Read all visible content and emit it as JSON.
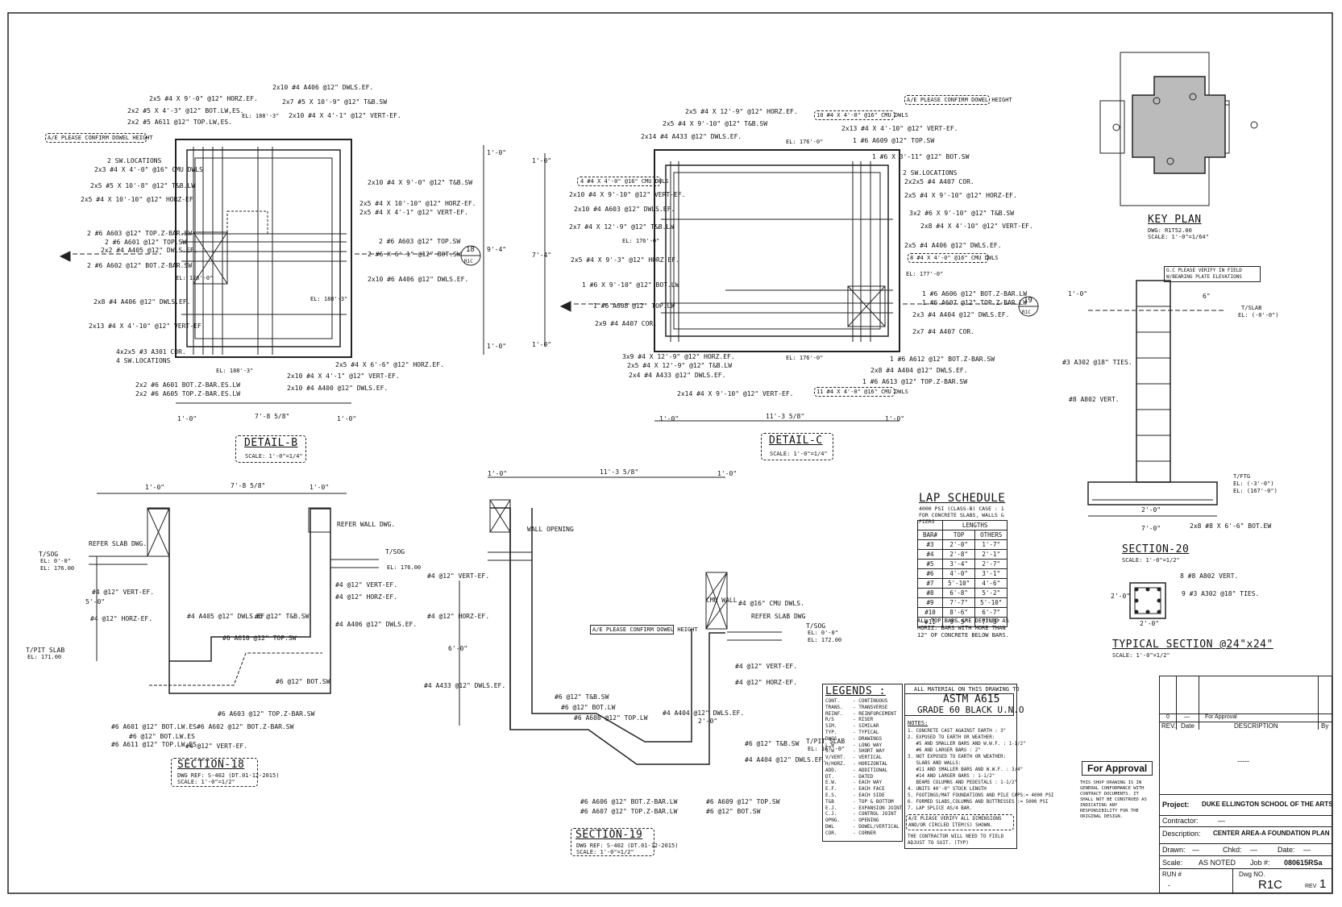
{
  "detail_b": {
    "title": "DETAIL-B",
    "scale": "SCALE: 1'-0\"=1/4\"",
    "note_box": "A/E PLEASE CONFIRM DOWEL HEIGHT",
    "callouts_left": [
      "2x5 #4 X 9'-0\" @12\" HORZ.EF.",
      "2x2 #5 X 4'-3\" @12\" BOT.LW,ES.",
      "2x2 #5 A611 @12\" TOP.LW,ES.",
      "2 SW.LOCATIONS",
      "2x3 #4 X 4'-0\" @16\" CMU DWLS",
      "2x5 #5 X 10'-8\" @12\" T&B.LW",
      "2x5 #4 X 10'-10\" @12\" HORZ-EF.",
      "2 #6 A603 @12\" TOP.Z-BAR.SW",
      "2 #6 A601 @12\" TOP.SW",
      "2x2 #4 A405 @12\" DWLS.EF.",
      "2 #6 A602 @12\" BOT.Z-BAR.SW",
      "2x8 #4 A406 @12\" DWLS.EF.",
      "2x13 #4 X 4'-10\" @12\" VERT-EF.",
      "4x2x5 #3 A301 COR.",
      "4 SW.LOCATIONS",
      "2x2 #6 A601 BOT.Z-BAR.ES.LW",
      "2x2 #6 A605 TOP.Z-BAR.ES.LW"
    ],
    "callouts_right": [
      "2x10 #4 A406 @12\" DWLS.EF.",
      "2x7 #5 X 10'-9\" @12\" T&B.SW",
      "2x10 #4 X 4'-1\" @12\" VERT-EF.",
      "2x10 #4 X 9'-0\" @12\" T&B.SW",
      "2x5 #4 X 10'-10\" @12\" HORZ-EF.",
      "2x5 #4 X 4'-1\" @12\" VERT-EF.",
      "2 #6 A603 @12\" TOP.SW",
      "2 #6 X 6'-1\" @12\" BOT.SW",
      "2x10 #6 A406 @12\" DWLS.EF.",
      "2x5 #4 X 6'-6\" @12\" HORZ.EF.",
      "2x10 #4 X 4'-1\" @12\" VERT-EF.",
      "2x10 #4 A400 @12\" DWLS.EF."
    ],
    "elevations": [
      "EL: 188'-3\"",
      "EL: 176'-0\"",
      "EL: 188'-3\"",
      "EL: 188'-3\""
    ],
    "dims_bottom": [
      "1'-0\"",
      "7'-8 5/8\"",
      "1'-0\""
    ],
    "dims_side": [
      "1'-0\"",
      "9'-4\"",
      "1'-0\""
    ],
    "section_tag": {
      "num": "18",
      "ref": "R1C"
    }
  },
  "detail_c": {
    "title": "DETAIL-C",
    "scale": "SCALE: 1'-0\"=1/4\"",
    "note_box": "A/E PLEASE CONFIRM DOWEL HEIGHT",
    "callouts_left": [
      "2x5 #4 X 12'-9\" @12\" HORZ.EF.",
      "2x5 #4 X 9'-10\" @12\" T&B.SW",
      "2x14 #4 A433 @12\" DWLS.EF.",
      "4 #4 X 4'-0\" @16\" CMU DWLS",
      "2x10 #4 X 9'-10\" @12\" VERT-EF.",
      "2x10 #4 A603 @12\" DWLS.EF.",
      "2x7 #4 X 12'-9\" @12\" T&B.LW",
      "EL: 176'-0\"",
      "2x5 #4 X 9'-3\" @12\" HORZ.EF.",
      "1 #6 X 9'-10\" @12\" BOT.LW",
      "1 #6 A608 @12\" TOP.LW",
      "2x9 #4 A407 COR.",
      "3x9 #4 X 12'-9\" @12\" HORZ.EF.",
      "2x5 #4 X 12'-9\" @12\" T&B.LW",
      "2x4 #4 A433 @12\" DWLS.EF.",
      "2x14 #4 X 9'-10\" @12\" VERT-EF."
    ],
    "callouts_right": [
      "A/E PLEASE CONFIRM DOWEL HEIGHT",
      "10 #4 X 4'-0\" @16\" CMU DWLS",
      "2x13 #4 X 4'-10\" @12\" VERT-EF.",
      "1 #6 A609 @12\" TOP.SW",
      "1 #6 X 3'-11\" @12\" BOT.SW",
      "2 SW.LOCATIONS",
      "2x2x5 #4 A407 COR.",
      "2x5 #4 X 9'-10\" @12\" HORZ-EF.",
      "3x2 #6 X 9'-10\" @12\" T&B.SW",
      "2x8 #4 X 4'-10\" @12\" VERT-EF.",
      "2x5 #4 A406 @12\" DWLS.EF.",
      "8 #4 X 4'-0\" @16\" CMU DWLS",
      "EL: 177'-0\"",
      "1 #6 A606 @12\" BOT.Z-BAR.LW",
      "1 #6 A607 @12\" TOP.Z-BAR.LW",
      "2x3 #4 A404 @12\" DWLS.EF.",
      "2x7 #4 A407 COR.",
      "1 #6 A612 @12\" BOT.Z-BAR.SW",
      "2x8 #4 A404 @12\" DWLS.EF.",
      "1 #6 A613 @12\" TOP.Z-BAR.SW",
      "11 #4 X 4'-0\" @16\" CMU DWLS"
    ],
    "elevations": [
      "EL: 176'-0\"",
      "EL: 176'-0\""
    ],
    "dims_bottom": [
      "1'-0\"",
      "11'-3 5/8\"",
      "1'-0\""
    ],
    "dims_side": [
      "1'-0\"",
      "7'-4\"",
      "1'-0\""
    ],
    "section_tag": {
      "num": "19",
      "ref": "R1C"
    }
  },
  "section_18": {
    "title": "SECTION-18",
    "ref": "DWG REF: S-402 (DT.01-12-2015)",
    "scale": "SCALE: 1'-0\"=1/2\"",
    "dims_top": [
      "1'-0\"",
      "7'-8 5/8\"",
      "1'-0\""
    ],
    "dim_side": "5'-0\"",
    "labels": [
      "REFER SLAB DWG.",
      "REFER WALL DWG.",
      "T/SOG",
      "EL: 0'-0\"",
      "EL: 176.00",
      "T/SOG",
      "EL: 176.00",
      "T/PIT SLAB",
      "EL: 171.00",
      "#4 @12\" VERT-EF.",
      "#4 @12\" HORZ-EF.",
      "#4 @12\" VERT-EF.",
      "#4 @12\" HORZ-EF.",
      "#4 A406 @12\" DWLS.EF.",
      "#4 A405 @12\" DWLS.EF.",
      "#6 @12\" T&B.SW",
      "#6 A610 @12\" TOP.SW",
      "#6 @12\" BOT.SW",
      "#6 A603 @12\" TOP.Z-BAR.SW",
      "#6 A602 @12\" BOT.Z-BAR.SW",
      "#6 A601 @12\" BOT.LW.ES",
      "#6 @12\" BOT.LW.ES",
      "#6 A611 @12\" TOP.LW.ES",
      "#4 @12\" VERT-EF."
    ]
  },
  "section_19": {
    "title": "SECTION-19",
    "ref": "DWG REF: S-402 (DT.01-12-2015)",
    "scale": "SCALE: 1'-0\"=1/2\"",
    "dims_top": [
      "1'-0\"",
      "11'-3 5/8\"",
      "1'-0\""
    ],
    "dim_side": "6'-0\"",
    "labels": [
      "WALL OPENING",
      "CMU WALL",
      "REFER SLAB DWG",
      "#4 @16\" CMU DWLS.",
      "T/SOG",
      "EL: 0'-0\"",
      "EL: 172.00",
      "A/E PLEASE CONFIRM DOWEL HEIGHT",
      "#4 @12\" VERT-EF.",
      "#4 @12\" VERT-EF.",
      "#4 @12\" HORZ-EF.",
      "#4 @12\" HORZ-EF.",
      "#4 A433 @12\" DWLS.EF.",
      "#6 @12\" T&B.SW",
      "#6 @12\" BOT.LW",
      "#6 A608 @12\" TOP.LW",
      "#4 A404 @12\" DWLS.EF.",
      "2'-0\"",
      "#6 @12\" T&B.SW",
      "#4 A404 @12\" DWLS.EF.",
      "T/PIT SLAB",
      "EL: 167'-0\"",
      "#6 A606 @12\" BOT.Z-BAR.LW",
      "#6 A607 @12\" TOP.Z-BAR.LW",
      "#6 A609 @12\" TOP.SW",
      "#6 @12\" BOT.SW"
    ]
  },
  "key_plan": {
    "title": "KEY PLAN",
    "sub1": "DWG: R1T52.00",
    "sub2": "SCALE: 1'-0\"=1/64\""
  },
  "section_20": {
    "title": "SECTION-20",
    "scale": "SCALE: 1'-0\"=1/2\"",
    "note": "G.C PLEASE VERIFY IN FIELD W/BEARING PLATE ELEVATIONS",
    "labels": [
      "#3 A302 @18\" TIES.",
      "#8 A802 VERT.",
      "T/SLAB",
      "EL: (-0'-0\")",
      "T/FTG",
      "EL: (-3'-0\")",
      "EL: (167'-0\")",
      "2x8 #8 X 6'-6\" BOT.EW",
      "6\"",
      "1'-0\""
    ],
    "dims": [
      "2'-0\"",
      "7'-0\""
    ]
  },
  "typical_section": {
    "title": "TYPICAL SECTION @24\"x24\"",
    "scale": "SCALE: 1'-0\"=1/2\"",
    "labels": [
      "8 #8 A802 VERT.",
      "9 #3 A302 @18\" TIES."
    ],
    "dims": [
      "2'-0\"",
      "2'-0\""
    ]
  },
  "lap_schedule": {
    "title": "LAP SCHEDULE",
    "sub": "4000 PSI (CLASS-B) CASE : 1 FOR CONCRETE SLABS, WALLS & PIERS",
    "group_header": "LENGTHS",
    "headers": [
      "BAR#",
      "TOP",
      "OTHERS"
    ],
    "rows": [
      [
        "#3",
        "2'-0\"",
        "1'-7\""
      ],
      [
        "#4",
        "2'-8\"",
        "2'-1\""
      ],
      [
        "#5",
        "3'-4\"",
        "2'-7\""
      ],
      [
        "#6",
        "4'-0\"",
        "3'-1\""
      ],
      [
        "#7",
        "5'-10\"",
        "4'-6\""
      ],
      [
        "#8",
        "6'-8\"",
        "5'-2\""
      ],
      [
        "#9",
        "7'-7\"",
        "5'-10\""
      ],
      [
        "#10",
        "8'-6\"",
        "6'-7\""
      ],
      [
        "#11",
        "9'-5\"",
        "7'-3\""
      ]
    ],
    "footnote": "ALL TOP BARS ARE DEFINED AS HORIZ. BARS WITH MORE THAN 12\" OF CONCRETE BELOW BARS."
  },
  "legends": {
    "title": "LEGENDS :",
    "items": [
      [
        "CONT.",
        "- CONTINUOUS"
      ],
      [
        "TRANS.",
        "- TRANSVERSE"
      ],
      [
        "REINF.",
        "- REINFORCEMENT"
      ],
      [
        "R/S",
        "- RISER"
      ],
      [
        "SIM.",
        "- SIMILAR"
      ],
      [
        "TYP.",
        "- TYPICAL"
      ],
      [
        "DWGS.",
        "- DRAWINGS"
      ],
      [
        "L.W",
        "- LONG WAY"
      ],
      [
        "S.W",
        "- SHORT WAY"
      ],
      [
        "V/VERT.",
        "- VERTICAL"
      ],
      [
        "H/HORZ.",
        "- HORIZONTAL"
      ],
      [
        "ADD.",
        "- ADDITIONAL"
      ],
      [
        "DT.",
        "- DATED"
      ],
      [
        "E.W.",
        "- EACH WAY"
      ],
      [
        "E.F.",
        "- EACH FACE"
      ],
      [
        "E.S.",
        "- EACH SIDE"
      ],
      [
        "T&B",
        "- TOP & BOTTOM"
      ],
      [
        "E.J.",
        "- EXPANSION JOINT"
      ],
      [
        "C.J.",
        "- CONTROL JOINT"
      ],
      [
        "OPNG.",
        "- OPENING"
      ],
      [
        "DWL",
        "- DOWEL/VERTICAL"
      ],
      [
        "COR.",
        "- CORNER"
      ]
    ]
  },
  "material_notes": {
    "intro": "ALL MATERIAL ON THIS DRAWING TO",
    "spec1": "ASTM A615",
    "spec2": "GRADE 60 BLACK U.N.O",
    "notes_title": "NOTES:",
    "notes": [
      "1. CONCRETE CAST AGAINST EARTH : 3\"",
      "2. EXPOSED TO EARTH OR WEATHER:",
      "   #5 AND SMALLER BARS AND W.W.F. : 1-1/2\"",
      "   #6 AND LARGER BARS : 2\"",
      "3. NOT EXPOSED TO EARTH OR WEATHER:",
      "   SLABS AND WALLS:",
      "   #11 AND SMALLER BARS AND W.W.F. : 3/4\"",
      "   #14 AND LARGER BARS : 1-1/2\"",
      "   BEAMS COLUMNS AND PEDESTALS : 1-1/2\"",
      "4. UNITS 40'-0\" STOCK LENGTH",
      "5. FOOTINGS/MAT FOUNDATIONS AND PILE CAPS:= 4000 PSI",
      "6. FORMED SLABS,COLUMNS AND BUTTRESSES := 5000 PSI",
      "7. LAP SPLICE AS/4 BAR."
    ],
    "ae_note": "A/E PLEASE VERIFY ALL DIMENSIONS AND/OR CIRCLED ITEM(S) SHOWN.",
    "contractor_note": "THE CONTRACTOR WILL NEED TO FIELD ADJUST TO SUIT. (TYP)"
  },
  "approval": {
    "stamp": "For Approval",
    "text": "THIS SHOP DRAWING IS IN GENERAL CONFORMANCE WITH CONTRACT DOCUMENTS. IT SHALL NOT BE CONSTRUED AS INDICATING ANY RESPONSIBILITY FOR THE ORIGINAL DESIGN."
  },
  "title_block": {
    "rev_row": {
      "rev": "0",
      "date": "—",
      "desc": "For Approval"
    },
    "rev_header": [
      "REV.",
      "Date",
      "DESCRIPTION",
      "By"
    ],
    "placeholder": "-----",
    "project_label": "Project:",
    "project": "DUKE ELLINGTON SCHOOL OF THE ARTS",
    "contractor_label": "Contractor:",
    "contractor": "—",
    "description_label": "Description:",
    "description": "CENTER AREA-A FOUNDATION PLAN",
    "drawn_label": "Drawn:",
    "drawn": "—",
    "chkd_label": "Chkd:",
    "chkd": "—",
    "date_label": "Date:",
    "date": "—",
    "scale_label": "Scale:",
    "scale": "AS NOTED",
    "job_label": "Job #:",
    "job": "080615RSa",
    "run_label": "RUN #",
    "run": "-",
    "dwg_label": "Dwg NO.",
    "dwg": "R1C",
    "rev_label": "REV",
    "rev": "1"
  }
}
